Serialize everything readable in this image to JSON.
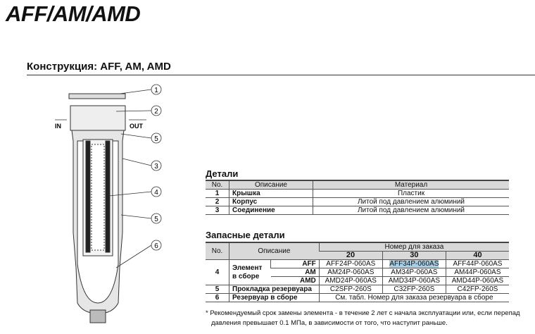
{
  "title": "AFF/AM/AMD",
  "section": "Конструкция: AFF, AM, AMD",
  "diagram": {
    "in": "IN",
    "out": "OUT",
    "callouts": [
      "1",
      "2",
      "5",
      "3",
      "4",
      "5",
      "6"
    ]
  },
  "parts": {
    "heading": "Детали",
    "headers": [
      "No.",
      "Описание",
      "Материал"
    ],
    "rows": [
      {
        "no": "1",
        "desc": "Крышка",
        "mat": "Пластик"
      },
      {
        "no": "2",
        "desc": "Корпус",
        "mat": "Литой под давлением алюминий"
      },
      {
        "no": "3",
        "desc": "Соединение",
        "mat": "Литой под давлением алюминий"
      }
    ]
  },
  "spare": {
    "heading": "Запасные детали",
    "headers": {
      "no": "No.",
      "desc": "Описание",
      "order": "Номер для заказа",
      "sizes": [
        "20",
        "30",
        "40"
      ]
    },
    "element": {
      "no": "4",
      "label": "Элемент в сборе",
      "rows": [
        {
          "model": "AFF",
          "codes": [
            "AFF24P-060AS",
            "AFF34P-060AS",
            "AFF44P-060AS"
          ]
        },
        {
          "model": "AM",
          "codes": [
            "AM24P-060AS",
            "AM34P-060AS",
            "AM44P-060AS"
          ]
        },
        {
          "model": "AMD",
          "codes": [
            "AMD24P-060AS",
            "AMD34P-060AS",
            "AMD44P-060AS"
          ]
        }
      ]
    },
    "gasket": {
      "no": "5",
      "label": "Прокладка резервуара",
      "codes": [
        "C2SFP-260S",
        "C32FP-260S",
        "C42FP-260S"
      ]
    },
    "bowl": {
      "no": "6",
      "label": "Резервуар в сборе",
      "text": "См. табл. Номер для заказа резервуара в сборе"
    }
  },
  "note": [
    "* Рекомендуемый срок замены элемента - в течение 2 лет с начала эксплуатации или, если перепад",
    "давления превышает 0.1 МПа, в зависимости от того, что наступит раньше."
  ]
}
